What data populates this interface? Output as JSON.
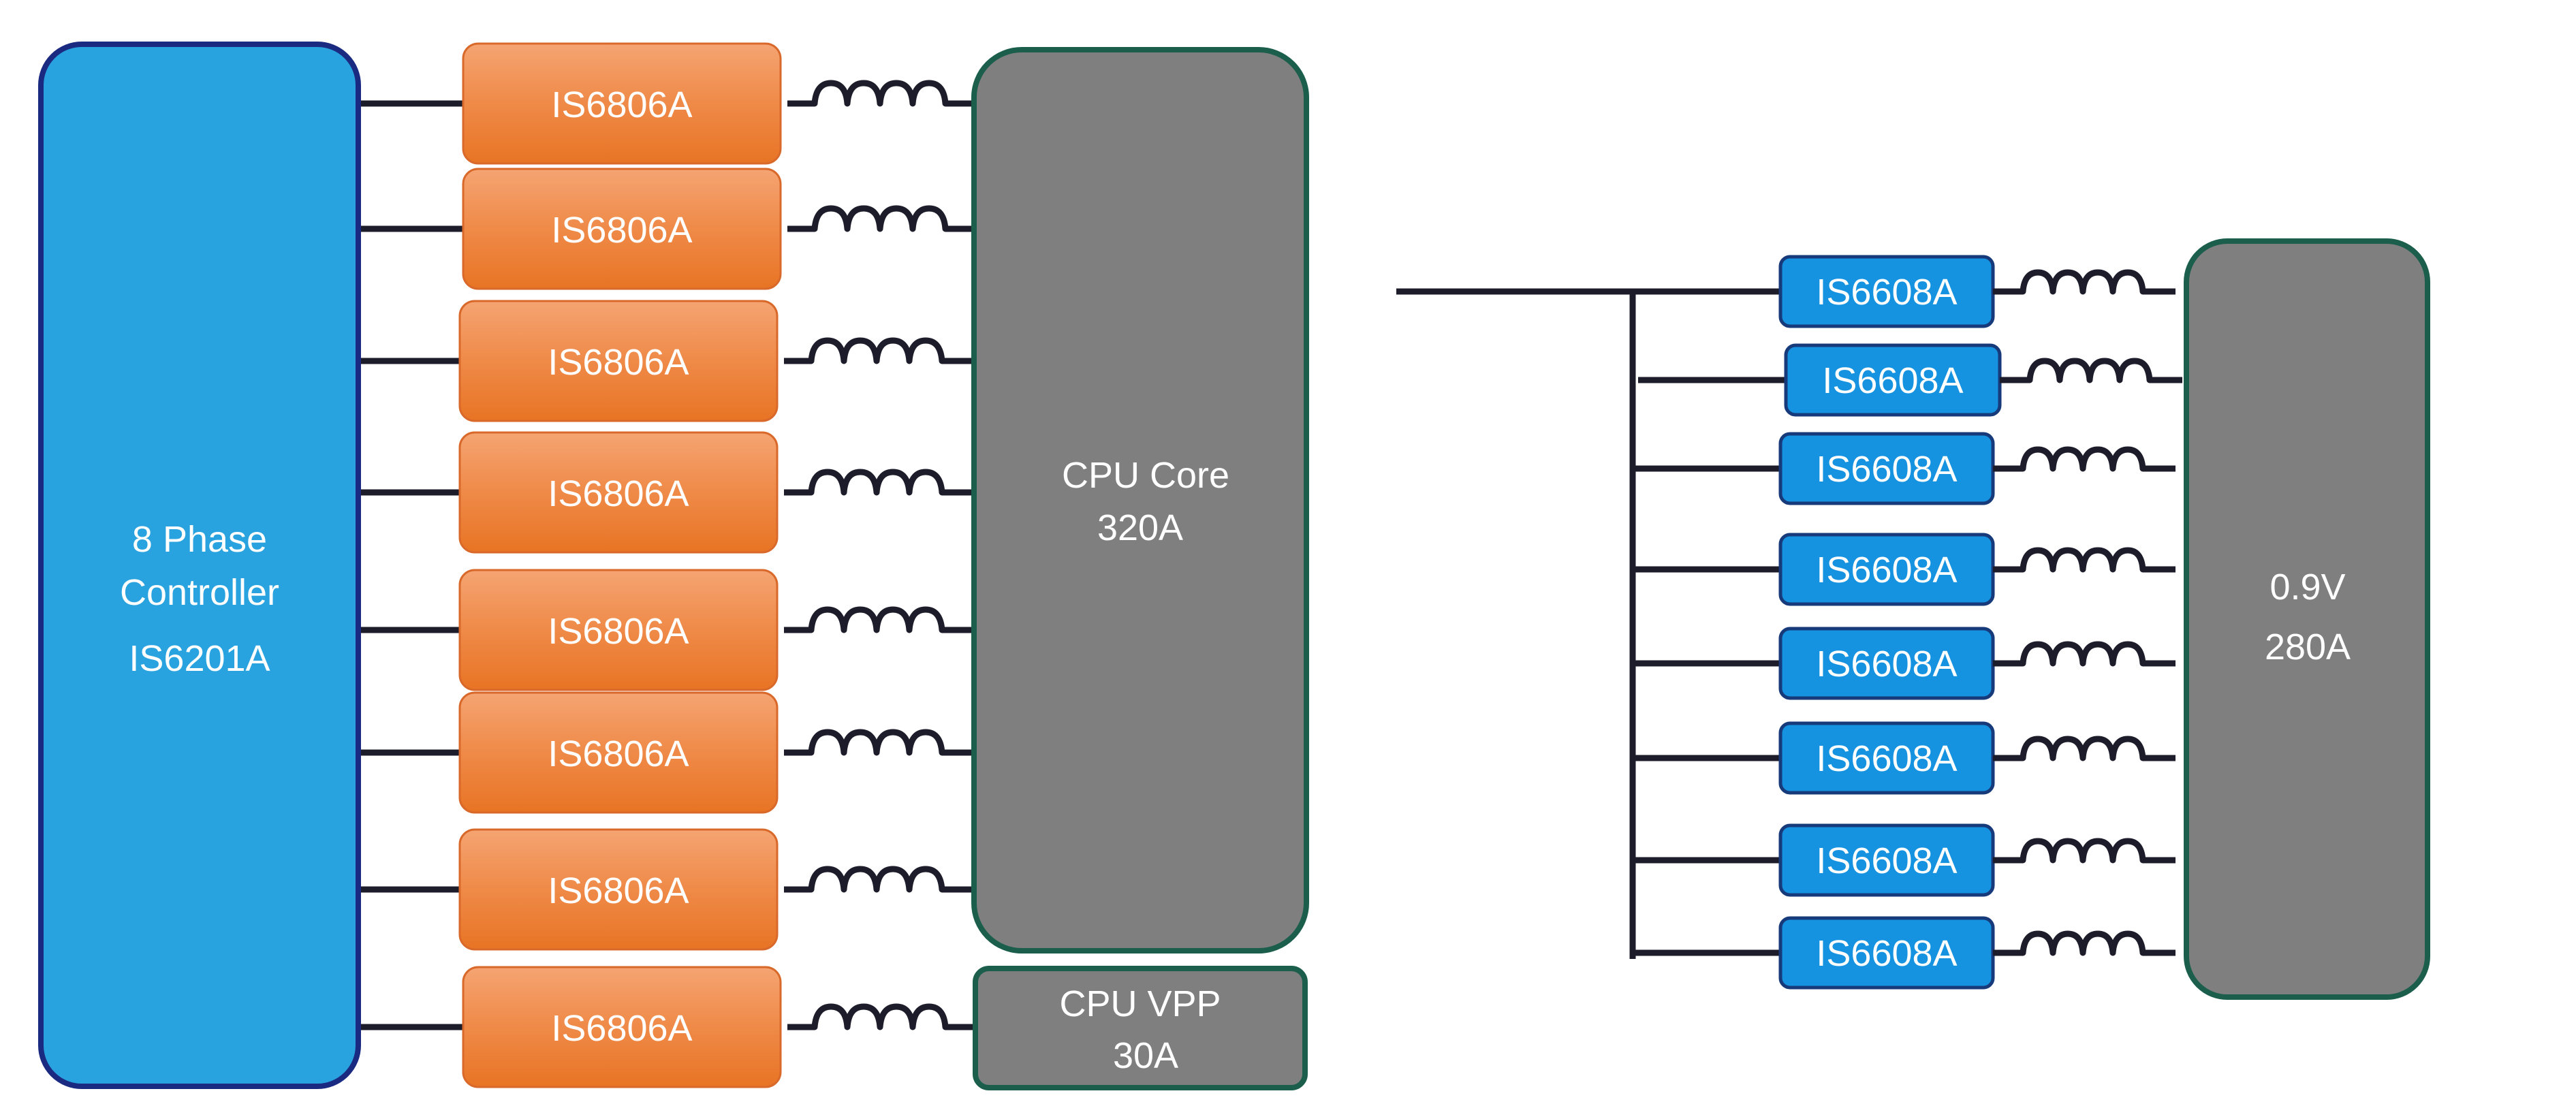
{
  "colors": {
    "controller_fill": "#29a3df",
    "controller_border": "#1a2a80",
    "phase_fill": "#ec7c34",
    "phase_fill_light": "#f39e66",
    "load_fill": "#7f7f7f",
    "load_border": "#1b5e4b",
    "stage_fill": "#1593e0",
    "stage_border": "#173a7a",
    "wire": "#1c1c2a"
  },
  "left": {
    "controller": {
      "line1": "8 Phase",
      "line2": "Controller",
      "line3": "IS6201A"
    },
    "phases": [
      {
        "label": "IS6806A"
      },
      {
        "label": "IS6806A"
      },
      {
        "label": "IS6806A"
      },
      {
        "label": "IS6806A"
      },
      {
        "label": "IS6806A"
      },
      {
        "label": "IS6806A"
      },
      {
        "label": "IS6806A"
      },
      {
        "label": "IS6806A"
      }
    ],
    "cpu_core": {
      "line1": "CPU Core",
      "line2": "320A"
    },
    "cpu_vpp": {
      "line1": "CPU VPP",
      "line2": "30A"
    }
  },
  "right": {
    "stages": [
      {
        "label": "IS6608A"
      },
      {
        "label": "IS6608A"
      },
      {
        "label": "IS6608A"
      },
      {
        "label": "IS6608A"
      },
      {
        "label": "IS6608A"
      },
      {
        "label": "IS6608A"
      },
      {
        "label": "IS6608A"
      },
      {
        "label": "IS6608A"
      }
    ],
    "load": {
      "line1": "0.9V",
      "line2": "280A"
    }
  }
}
